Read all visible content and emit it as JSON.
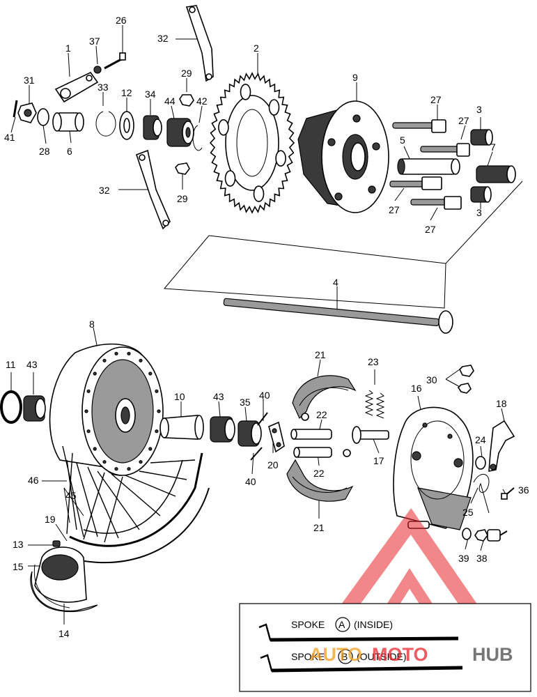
{
  "callouts": [
    {
      "id": "c1",
      "text": "1"
    },
    {
      "id": "c2",
      "text": "2"
    },
    {
      "id": "c3a",
      "text": "3"
    },
    {
      "id": "c3b",
      "text": "3"
    },
    {
      "id": "c4",
      "text": "4"
    },
    {
      "id": "c5",
      "text": "5"
    },
    {
      "id": "c6",
      "text": "6"
    },
    {
      "id": "c7",
      "text": "7"
    },
    {
      "id": "c8",
      "text": "8"
    },
    {
      "id": "c9",
      "text": "9"
    },
    {
      "id": "c10",
      "text": "10"
    },
    {
      "id": "c11",
      "text": "11"
    },
    {
      "id": "c12",
      "text": "12"
    },
    {
      "id": "c13",
      "text": "13"
    },
    {
      "id": "c14",
      "text": "14"
    },
    {
      "id": "c15",
      "text": "15"
    },
    {
      "id": "c16",
      "text": "16"
    },
    {
      "id": "c17",
      "text": "17"
    },
    {
      "id": "c18",
      "text": "18"
    },
    {
      "id": "c19",
      "text": "19"
    },
    {
      "id": "c20",
      "text": "20"
    },
    {
      "id": "c21a",
      "text": "21"
    },
    {
      "id": "c21b",
      "text": "21"
    },
    {
      "id": "c22a",
      "text": "22"
    },
    {
      "id": "c22b",
      "text": "22"
    },
    {
      "id": "c23",
      "text": "23"
    },
    {
      "id": "c24",
      "text": "24"
    },
    {
      "id": "c25",
      "text": "25"
    },
    {
      "id": "c26",
      "text": "26"
    },
    {
      "id": "c27a",
      "text": "27"
    },
    {
      "id": "c27b",
      "text": "27"
    },
    {
      "id": "c27c",
      "text": "27"
    },
    {
      "id": "c27d",
      "text": "27"
    },
    {
      "id": "c28",
      "text": "28"
    },
    {
      "id": "c29a",
      "text": "29"
    },
    {
      "id": "c29b",
      "text": "29"
    },
    {
      "id": "c30",
      "text": "30"
    },
    {
      "id": "c31",
      "text": "31"
    },
    {
      "id": "c32a",
      "text": "32"
    },
    {
      "id": "c32b",
      "text": "32"
    },
    {
      "id": "c33",
      "text": "33"
    },
    {
      "id": "c34",
      "text": "34"
    },
    {
      "id": "c35",
      "text": "35"
    },
    {
      "id": "c36",
      "text": "36"
    },
    {
      "id": "c37",
      "text": "37"
    },
    {
      "id": "c38",
      "text": "38"
    },
    {
      "id": "c39",
      "text": "39"
    },
    {
      "id": "c40a",
      "text": "40"
    },
    {
      "id": "c40b",
      "text": "40"
    },
    {
      "id": "c41",
      "text": "41"
    },
    {
      "id": "c42",
      "text": "42"
    },
    {
      "id": "c43a",
      "text": "43"
    },
    {
      "id": "c43b",
      "text": "43"
    },
    {
      "id": "c44",
      "text": "44"
    },
    {
      "id": "c45",
      "text": "45"
    },
    {
      "id": "c46",
      "text": "46"
    }
  ],
  "legend": {
    "spoke_a_prefix": "SPOKE",
    "spoke_a_letter": "A",
    "spoke_a_suffix": "(INSIDE)",
    "spoke_b_prefix": "SPOKE",
    "spoke_b_letter": "B",
    "spoke_b_suffix": "(OUTSIDE)"
  },
  "watermark": {
    "text_auto": "AUTO",
    "text_moto": "MOTO",
    "text_hub": "HUB",
    "color_red": "#e8262b",
    "color_orange": "#f0a020",
    "color_grey": "#4a4a4a"
  }
}
